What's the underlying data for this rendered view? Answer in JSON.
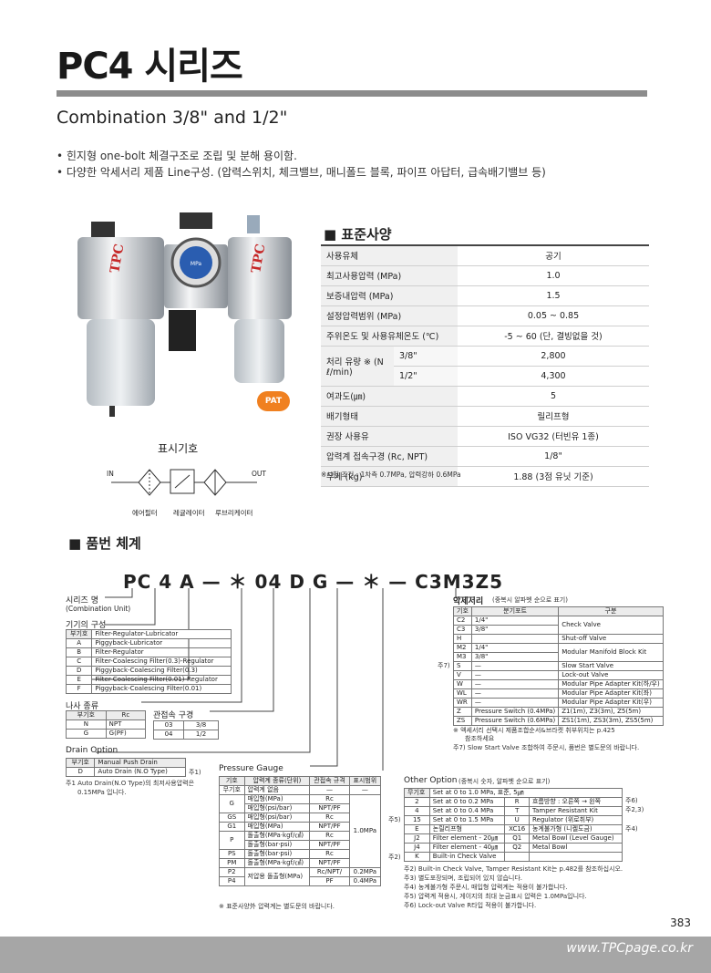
{
  "header": {
    "title": "PC4 시리즈",
    "subtitle": "Combination 3/8\" and 1/2\""
  },
  "bullets": [
    "• 힌지형 one-bolt 체결구조로 조립 및 분해 용이함.",
    "• 다양한 악세서리 제품 Line구성. (압력스위치, 체크밸브, 매니폴드 블록, 파이프 아답터, 급속배기밸브 등)"
  ],
  "product": {
    "brand": "TPC",
    "gauge_label": "MPa",
    "badge": "PAT"
  },
  "symbol": {
    "title": "표시기호",
    "in": "IN",
    "out": "OUT",
    "labels": [
      "에어필터",
      "레귤레이터",
      "루브리케이터"
    ]
  },
  "spec": {
    "title": "■ 표준사양",
    "rows": [
      [
        "사용유체",
        "공기"
      ],
      [
        "최고사용압력 (MPa)",
        "1.0"
      ],
      [
        "보증내압력 (MPa)",
        "1.5"
      ],
      [
        "설정압력범위 (MPa)",
        "0.05 ~ 0.85"
      ],
      [
        "주위온도 및 사용유체온도 (℃)",
        "-5 ~ 60 (단, 결빙없을 것)"
      ]
    ],
    "flow_label": "처리 유량 ※ (N ℓ/min)",
    "flow": [
      [
        "3/8\"",
        "2,800"
      ],
      [
        "1/2\"",
        "4,300"
      ]
    ],
    "rows2": [
      [
        "여과도(㎛)",
        "5"
      ],
      [
        "배기형태",
        "릴리프형"
      ],
      [
        "권장 사용유",
        "ISO VG32 (터빈유 1종)"
      ],
      [
        "압력계 접속구경 (Rc, NPT)",
        "1/8\""
      ],
      [
        "무게 (kg)",
        "1.88 (3점 유닛 기준)"
      ]
    ],
    "note": "※시험 조건 : 1차측 0.7MPa, 압력강하 0.6MPa"
  },
  "order": {
    "title": "■ 품번 체계",
    "model": "PC 4 A — ＊ 04 D G — ＊ — C3M3Z5",
    "series_label": "시리즈 명",
    "series_sub": "(Combination Unit)",
    "config_label": "기기의 구성",
    "config_head": [
      "부기호",
      ""
    ],
    "config": [
      [
        "",
        "Filter-Regulator-Lubricator"
      ],
      [
        "A",
        "Piggyback-Lubricator"
      ],
      [
        "B",
        "Filter-Regulator"
      ],
      [
        "C",
        "Filter-Coalescing Filter(0.3)-Regulator"
      ],
      [
        "D",
        "Piggyback-Coalescing Filter(0.3)"
      ],
      [
        "E",
        "Filter-Coalescing Filter(0.01)-Regulator"
      ],
      [
        "F",
        "Piggyback-Coalescing Filter(0.01)"
      ]
    ],
    "thread_label": "나사 종류",
    "thread_head": [
      "부기호",
      "Rc"
    ],
    "thread": [
      [
        "N",
        "NPT"
      ],
      [
        "G",
        "G(PF)"
      ]
    ],
    "port_label": "관접속 구경",
    "port": [
      [
        "03",
        "3/8"
      ],
      [
        "04",
        "1/2"
      ]
    ],
    "drain_label": "Drain Option",
    "drain_head": [
      "부기호",
      "Manual Push Drain"
    ],
    "drain": [
      [
        "D",
        "Auto Drain (N.O Type)",
        "주1)"
      ]
    ],
    "drain_note1": "주1  Auto Drain(N.O Type)의 최저사용압력은",
    "drain_note2": "0.15MPa 입니다.",
    "gauge_label": "Pressure Gauge",
    "gauge_head": [
      "기호",
      "압력계 종류(단위)",
      "관접속 규격",
      "표시범위"
    ],
    "gauge": [
      [
        "무기호",
        "압력계 없음",
        "—",
        "—"
      ],
      [
        "G",
        "매입형(MPa)",
        "Rc",
        ""
      ],
      [
        "",
        "매입형(psi/bar)",
        "NPT/PF",
        ""
      ],
      [
        "GS",
        "매입형(psi/bar)",
        "Rc",
        ""
      ],
      [
        "G1",
        "매입형(MPa)",
        "NPT/PF",
        "1.0MPa"
      ],
      [
        "P",
        "돌출형(MPa·kgf/㎠)",
        "Rc",
        ""
      ],
      [
        "",
        "돌출형(bar·psi)",
        "NPT/PF",
        ""
      ],
      [
        "PS",
        "돌출형(bar·psi)",
        "Rc",
        ""
      ],
      [
        "PM",
        "돌출형(MPa·kgf/㎠)",
        "NPT/PF",
        ""
      ],
      [
        "P2",
        "저압용 돌출형(MPa)",
        "Rc/NPT/",
        "0.2MPa"
      ],
      [
        "P4",
        "",
        "PF",
        "0.4MPa"
      ]
    ],
    "gauge_note": "※ 표준사양外 압력계는 별도문의 바랍니다.",
    "acc_label": "악세서리",
    "acc_sub": "(중복시 알파벳 순으로 표기)",
    "acc_head": [
      "기호",
      "분기포트",
      "구분"
    ],
    "acc": [
      [
        "C2",
        "1/4\"",
        "Check Valve"
      ],
      [
        "C3",
        "3/8\"",
        ""
      ],
      [
        "H",
        "",
        "Shut-off Valve"
      ],
      [
        "M2",
        "1/4\"",
        "Modular Manifold Block Kit"
      ],
      [
        "M3",
        "3/8\"",
        ""
      ],
      [
        "S",
        "—",
        "Slow Start Valve"
      ],
      [
        "V",
        "—",
        "Lock-out Valve"
      ],
      [
        "W",
        "—",
        "Modular Pipe Adapter Kit(하/우)"
      ],
      [
        "WL",
        "—",
        "Modular Pipe Adapter Kit(좌)"
      ],
      [
        "WR",
        "—",
        "Modular Pipe Adapter Kit(우)"
      ],
      [
        "Z",
        "Pressure Switch (0.4MPa)",
        "Z1(1m), Z3(3m), Z5(5m)"
      ],
      [
        "ZS",
        "Pressure Switch (0.6MPa)",
        "ZS1(1m), ZS3(3m), ZS5(5m)"
      ]
    ],
    "acc_mark": "주7)",
    "acc_note1": "※  액세서리 선택시 제품조합순서&브라켓 취부위치는 p.425",
    "acc_note2": "참조하세요",
    "acc_note3": "주7) Slow Start Valve 조합하여 주문시, 품번은 별도문의 바랍니다.",
    "other_label": "Other Option",
    "other_sub": "(중복시 숫자, 알파벳 순으로 표기)",
    "other_head": [
      "무기호",
      "Set at 0 to 1.0 MPa, 표준, 5㎛",
      "",
      ""
    ],
    "other": [
      [
        "2",
        "Set at 0 to 0.2 MPa",
        "R",
        "흐름방향 : 오른쪽 → 왼쪽"
      ],
      [
        "4",
        "Set at 0 to 0.4 MPa",
        "T",
        "Tamper Resistant Kit"
      ],
      [
        "15",
        "Set at 0 to 1.5 MPa",
        "U",
        "Regulator (위로취부)"
      ],
      [
        "E",
        "논릴리프형",
        "XC16",
        "농계불가형 (니켈도금)"
      ],
      [
        "J2",
        "Filter element - 20㎛",
        "Q1",
        "Metal Bowl (Level Gauge)"
      ],
      [
        "J4",
        "Filter element - 40㎛",
        "Q2",
        "Metal Bowl"
      ],
      [
        "K",
        "Built-in Check Valve",
        "",
        ""
      ]
    ],
    "other_marks_left": [
      "주5)",
      "주2)"
    ],
    "other_marks_right": [
      "주6)",
      "주2,3)",
      "주4)"
    ],
    "other_notes": [
      "주2) Built-in Check Valve, Tamper Resistant Kit는 p.482를 참조하십시오.",
      "주3) 별도포장되며, 조립되어 있지 않습니다.",
      "주4) 농계불가형 주문시, 매입형 압력계는 적용이 불가합니다.",
      "주5) 압력계 적용시, 게이지의 최대 눈금표시 압력은 1.0MPa입니다.",
      "주6) Lock-out Valve R타입 적용이 불가합니다."
    ]
  },
  "footer": {
    "page": "383",
    "url": "www.TPCpage.co.kr"
  }
}
